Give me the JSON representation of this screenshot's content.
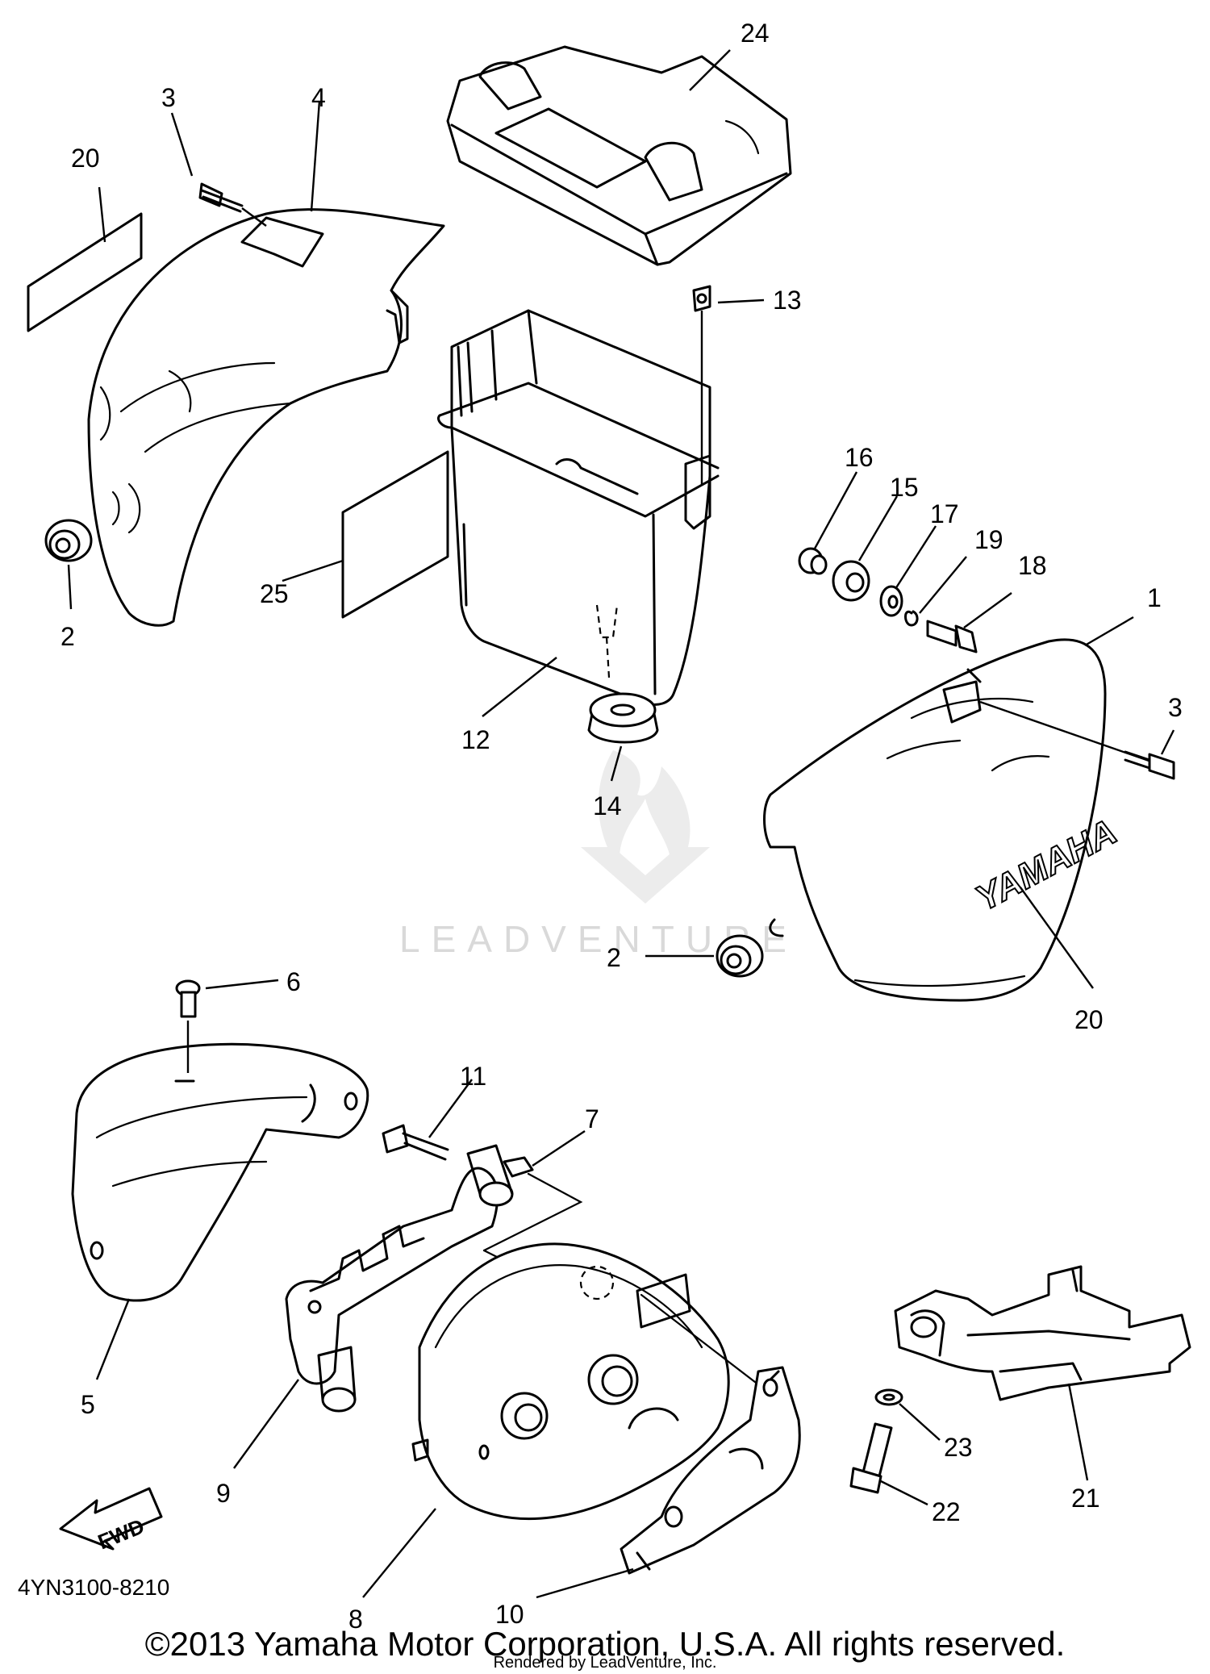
{
  "diagram": {
    "drawing_code": "4YN3100-8210",
    "copyright": "©2013 Yamaha Motor Corporation, U.S.A. All rights reserved.",
    "rendered_by": "Rendered by LeadVenture, Inc.",
    "watermark": "LEADVENTURE",
    "cover_logo_text": "YAMAHA",
    "fwd_label": "FWD",
    "callouts": [
      "24",
      "3",
      "4",
      "20",
      "13",
      "16",
      "15",
      "17",
      "19",
      "18",
      "1",
      "3",
      "2",
      "25",
      "12",
      "14",
      "2",
      "20",
      "6",
      "11",
      "7",
      "5",
      "9",
      "8",
      "10",
      "23",
      "22",
      "21"
    ]
  }
}
